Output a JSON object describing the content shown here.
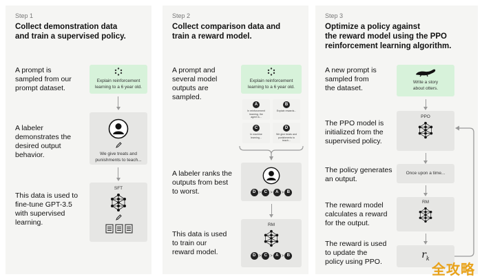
{
  "step1": {
    "label": "Step 1",
    "title_lines": [
      "Collect demonstration data",
      "and train a supervised policy."
    ],
    "desc1": [
      "A prompt is",
      "sampled from our",
      "prompt dataset."
    ],
    "prompt_card": [
      "Explain reinforcement",
      "learning to a 6 year old."
    ],
    "desc2": [
      "A labeler",
      "demonstrates the",
      "desired output",
      "behavior."
    ],
    "demo_card": [
      "We give treats and",
      "punishments to teach..."
    ],
    "desc3": [
      "This data is used to",
      "fine-tune GPT-3.5",
      "with supervised",
      "learning."
    ],
    "model_label": "SFT"
  },
  "step2": {
    "label": "Step 2",
    "title_lines": [
      "Collect comparison data and",
      "train a reward model."
    ],
    "desc1": [
      "A prompt and",
      "several model",
      "outputs are",
      "sampled."
    ],
    "prompt_card": [
      "Explain reinforcement",
      "learning to a 6 year old."
    ],
    "outputs": [
      {
        "letter": "A",
        "text": [
          "In reinforcement",
          "learning, the",
          "agent is..."
        ]
      },
      {
        "letter": "B",
        "text": [
          "Explain rewards..."
        ]
      },
      {
        "letter": "C",
        "text": [
          "In machine",
          "learning..."
        ]
      },
      {
        "letter": "D",
        "text": [
          "We give treats and",
          "punishments to",
          "teach..."
        ]
      }
    ],
    "desc2": [
      "A labeler ranks the",
      "outputs from best",
      "to worst."
    ],
    "ranking": [
      "D",
      "C",
      "A",
      "B"
    ],
    "ranking_sep": ">",
    "desc3": [
      "This data is used",
      "to train our",
      "reward model."
    ],
    "model_label": "RM"
  },
  "step3": {
    "label": "Step 3",
    "title_lines": [
      "Optimize a policy against",
      "the reward model using the PPO",
      "reinforcement learning algorithm."
    ],
    "desc1": [
      "A new prompt is",
      "sampled from",
      "the dataset."
    ],
    "prompt_card": [
      "Write a story",
      "about otters."
    ],
    "desc2": [
      "The PPO model is",
      "initialized from the",
      "supervised policy."
    ],
    "ppo_label": "PPO",
    "desc3": [
      "The policy generates",
      "an output."
    ],
    "output_text": "Once upon a time...",
    "desc4": [
      "The reward model",
      "calculates a reward",
      "for the output."
    ],
    "rm_label": "RM",
    "desc5": [
      "The reward is used",
      "to update the",
      "policy using PPO."
    ],
    "reward_symbol": "r",
    "reward_sub": "k"
  },
  "watermark": "全攻略",
  "colors": {
    "panel": "#f5f5f3",
    "card": "#e6e6e4",
    "prompt_card": "#d7f2da",
    "line": "#9a9a9a",
    "watermark": "#e8a21a"
  }
}
